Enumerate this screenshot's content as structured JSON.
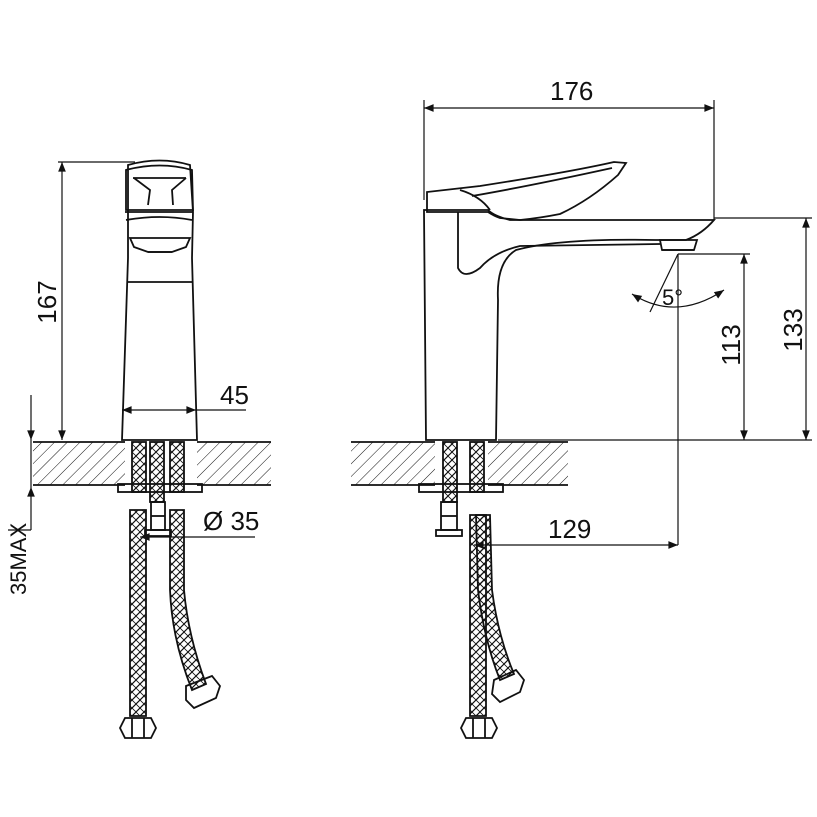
{
  "drawing": {
    "colors": {
      "line": "#111111",
      "background": "#ffffff"
    },
    "front_view": {
      "height_label": "167",
      "body_width_label": "45",
      "hole_diameter_label": "Ø 35",
      "deck_thickness_label": "35MAX"
    },
    "side_view": {
      "overall_length_label": "176",
      "spout_height_label": "133",
      "outlet_height_label": "113",
      "spout_reach_label": "129",
      "aerator_angle_label": "5°"
    }
  }
}
